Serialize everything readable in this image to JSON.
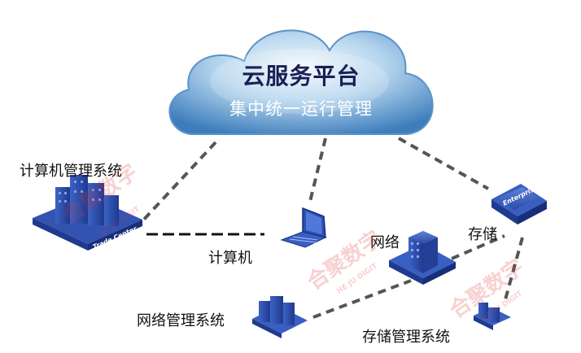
{
  "cloud": {
    "title": "云服务平台",
    "subtitle": "集中统一运行管理"
  },
  "nodes": {
    "computer_mgmt": "计算机管理系统",
    "computer": "计算机",
    "network": "网络",
    "storage": "存储",
    "network_mgmt": "网络管理系统",
    "storage_mgmt": "存储管理系统"
  },
  "building_signs": {
    "trade_center": "Trade Center",
    "enterprise": "Enterprise"
  },
  "watermark": {
    "brand": "合聚数字",
    "sub": "HE JU DIGIT"
  },
  "colors": {
    "cloud_light": "#e9f3fb",
    "cloud_mid": "#9cc6e6",
    "cloud_dark": "#3f7fbd",
    "title": "#1a1f56",
    "building": "#2f56b8",
    "connector": "#555555"
  }
}
